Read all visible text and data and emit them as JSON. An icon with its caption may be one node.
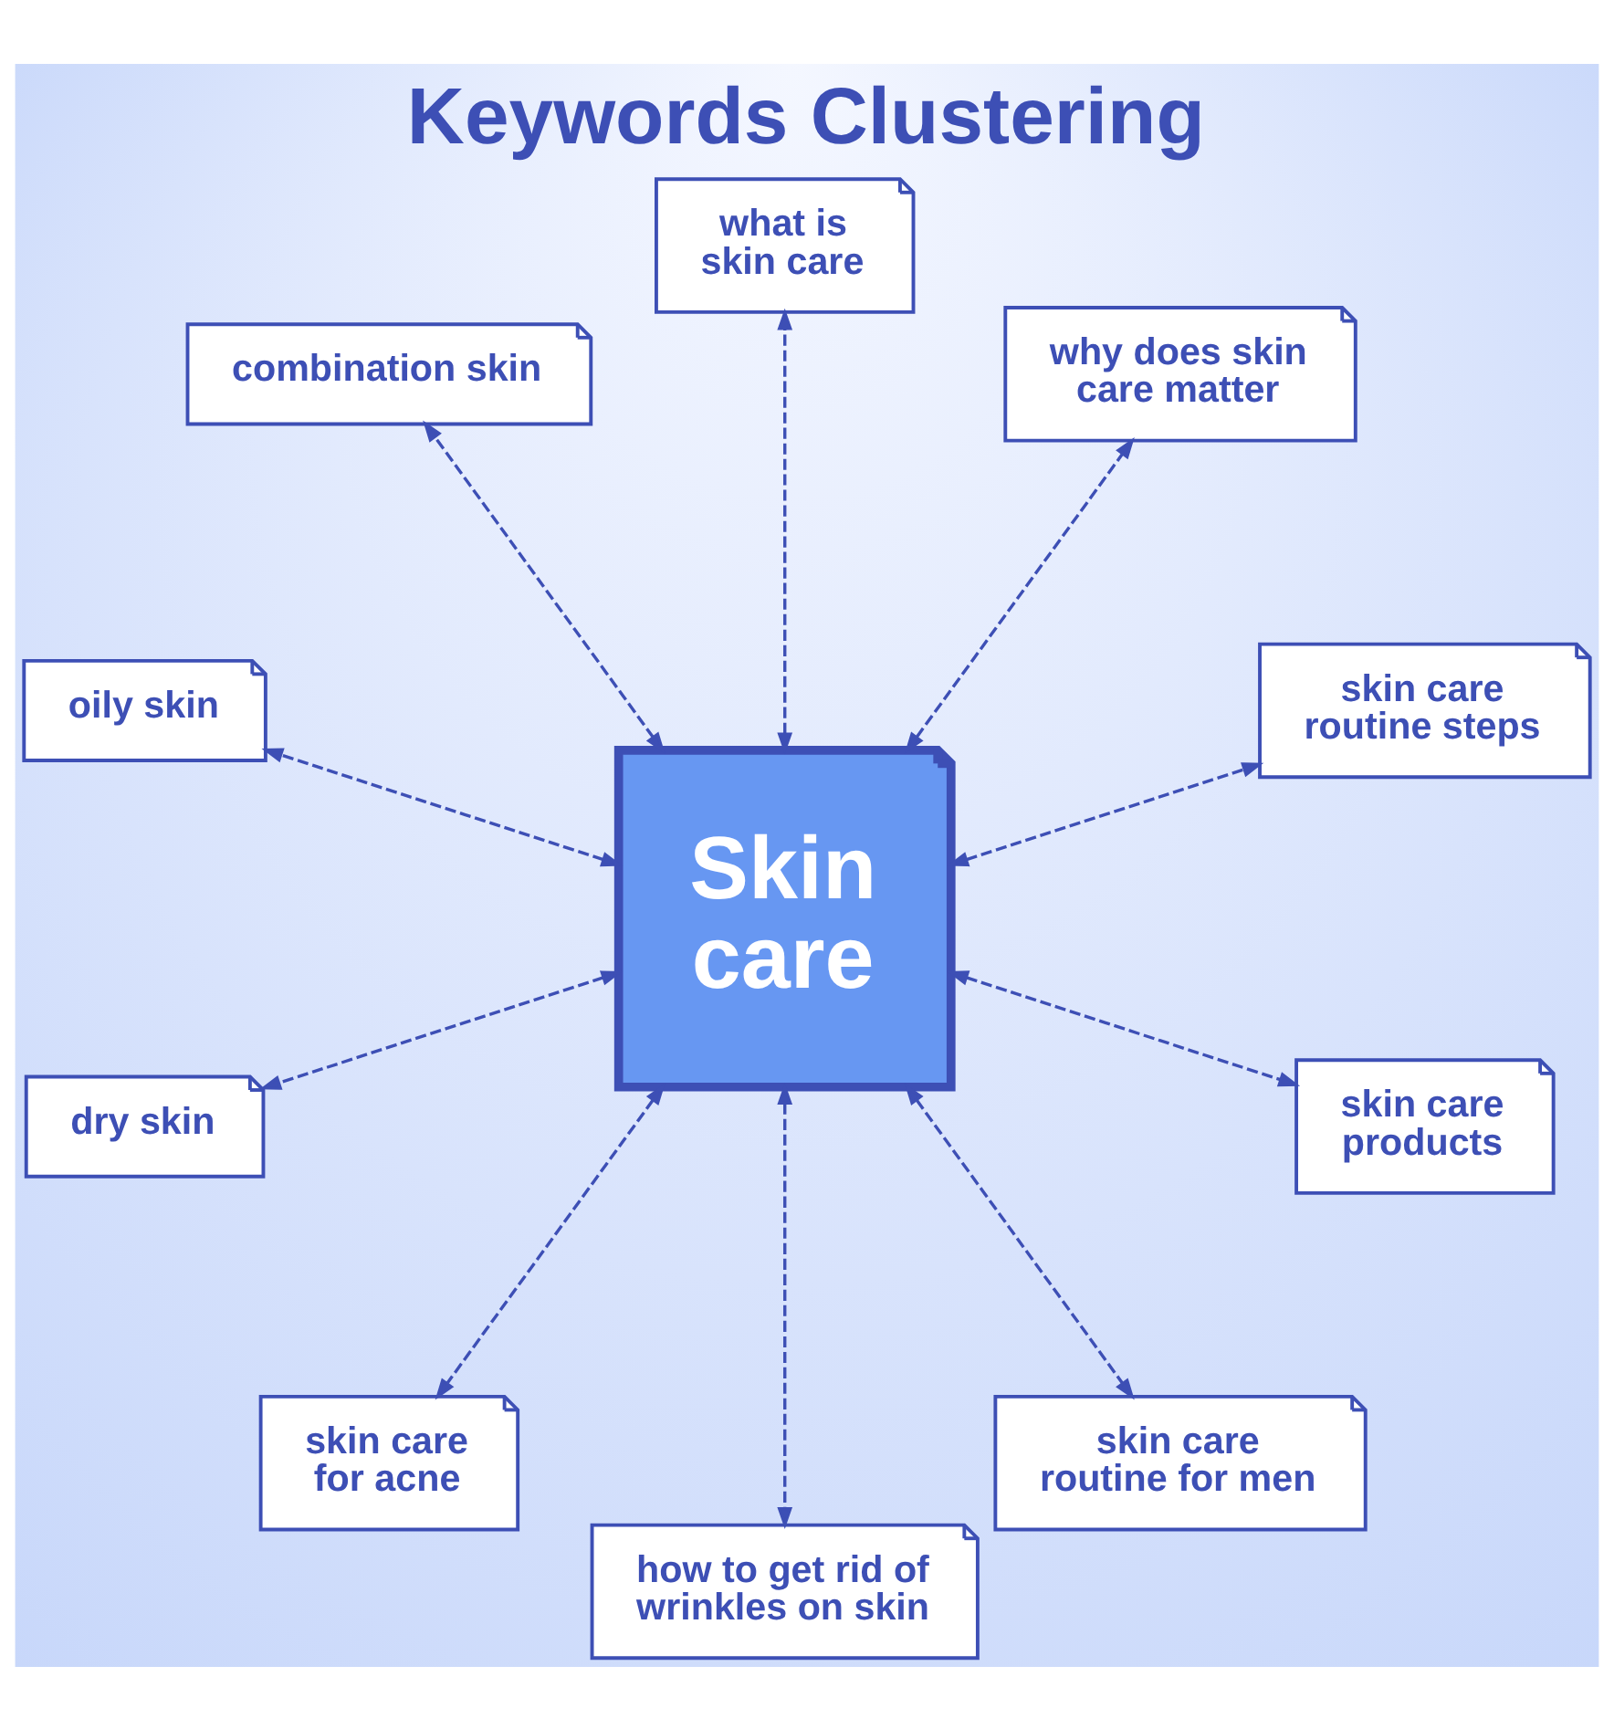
{
  "diagram": {
    "title": "Keywords Clustering",
    "nodes": [
      {
        "text": [
          "what is skin care"
        ]
      },
      {
        "text": [
          "combination skin"
        ]
      },
      {
        "text": [
          "why does skin care matter"
        ]
      },
      {
        "text": [
          "Skin care"
        ]
      },
      {
        "text": [
          "skin care routine steps"
        ]
      },
      {
        "text": [
          "oily skin"
        ]
      },
      {
        "text": [
          "dry skin"
        ]
      },
      {
        "text": [
          "skin care products"
        ]
      },
      {
        "text": [
          "skin care for acne"
        ]
      },
      {
        "text": [
          "skin care routine for men"
        ]
      },
      {
        "text": [
          "how to get rid of wrinkles on skin"
        ]
      }
    ],
    "edges": [
      {
        "from": 3,
        "to": 0,
        "arrow": "both",
        "style": "dashed"
      },
      {
        "from": 3,
        "to": 2,
        "arrow": "both",
        "style": "dashed"
      },
      {
        "from": 3,
        "to": 4,
        "arrow": "both",
        "style": "dashed"
      },
      {
        "from": 3,
        "to": 7,
        "arrow": "both",
        "style": "dashed"
      },
      {
        "from": 3,
        "to": 9,
        "arrow": "both",
        "style": "dashed"
      },
      {
        "from": 3,
        "to": 10,
        "arrow": "both",
        "style": "dashed"
      },
      {
        "from": 3,
        "to": 8,
        "arrow": "both",
        "style": "dashed"
      },
      {
        "from": 3,
        "to": 6,
        "arrow": "both",
        "style": "dashed"
      },
      {
        "from": 3,
        "to": 5,
        "arrow": "both",
        "style": "dashed"
      },
      {
        "from": 3,
        "to": 1,
        "arrow": "both",
        "style": "dashed"
      }
    ]
  }
}
